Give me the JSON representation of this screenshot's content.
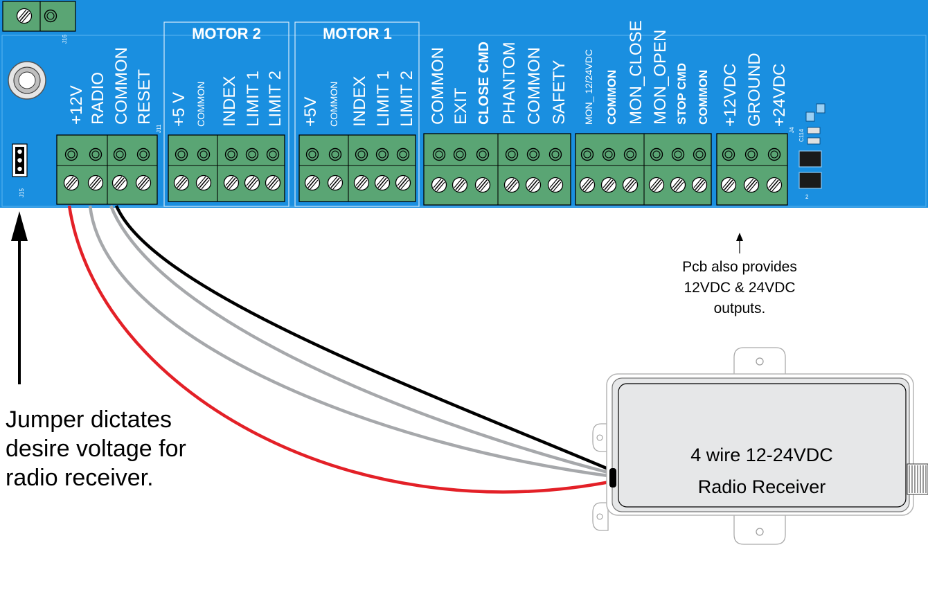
{
  "board": {
    "motor2_title": "MOTOR 2",
    "motor1_title": "MOTOR 1",
    "col_left": [
      "+12V",
      "RADIO",
      "COMMON",
      "RESET"
    ],
    "col_m2": [
      "+5 V",
      "COMMON",
      "INDEX",
      "LIMIT 1",
      "LIMIT 2"
    ],
    "col_m1": [
      "+5V",
      "COMMON",
      "INDEX",
      "LIMIT 1",
      "LIMIT 2"
    ],
    "col_mid": [
      "COMMON",
      "EXIT",
      "CLOSE CMD",
      "PHANTOM",
      "COMMON",
      "SAFETY"
    ],
    "col_mon": [
      "MON_ 12/24VDC",
      "COMMON",
      "MON_CLOSE",
      "MON_OPEN",
      "STOP CMD",
      "COMMON"
    ],
    "col_pwr": [
      "+12VDC",
      "GROUND",
      "+24VDC"
    ],
    "tiny_labels": {
      "j16": "J16",
      "j11": "J11",
      "j15": "J15",
      "j4": "J4",
      "c114": "C114",
      "num2": "2"
    }
  },
  "notes": {
    "pcb_note": [
      "Pcb also provides",
      "12VDC & 24VDC",
      "outputs."
    ],
    "jumper_note": [
      "Jumper dictates",
      "desire voltage for",
      "radio receiver."
    ]
  },
  "receiver": {
    "label": [
      "4 wire 12-24VDC",
      "Radio Receiver"
    ]
  },
  "colors": {
    "board_blue": "#1a8fe0",
    "terminal_green": "#5aa574",
    "wire_red": "#e32027",
    "wire_gray": "#a6a8ab",
    "wire_black": "#000000"
  }
}
